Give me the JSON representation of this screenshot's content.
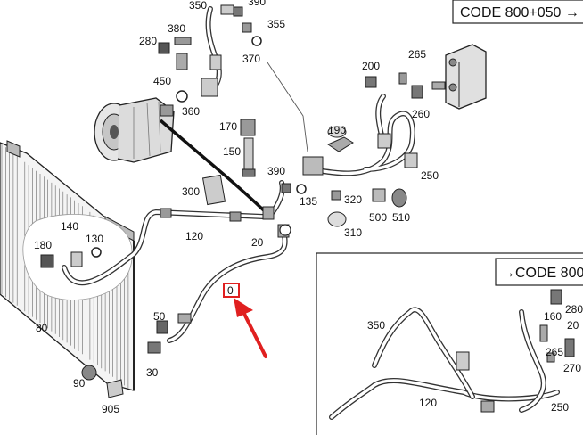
{
  "codes": {
    "main": "CODE 800+050 →",
    "inset": "→CODE 800"
  },
  "callout": {
    "label": "0",
    "arrow_color": "#e02020"
  },
  "parts": {
    "p350_top": "350",
    "p390_top": "390",
    "p380": "380",
    "p355": "355",
    "p280": "280",
    "p370": "370",
    "p450": "450",
    "p360": "360",
    "p200": "200",
    "p265": "265",
    "p260": "260",
    "p170": "170",
    "p190": "190",
    "p150": "150",
    "p390_mid": "390",
    "p250": "250",
    "p300": "300",
    "p135": "135",
    "p320": "320",
    "p500": "500",
    "p510": "510",
    "p310": "310",
    "p140": "140",
    "p180": "180",
    "p130": "130",
    "p120": "120",
    "p20": "20",
    "p80": "80",
    "p50": "50",
    "p30": "30",
    "p90": "90",
    "p905": "905",
    "i350": "350",
    "i280": "280",
    "i160": "160",
    "i20": "20",
    "i265": "265",
    "i270": "270",
    "i120": "120",
    "i250": "250"
  }
}
